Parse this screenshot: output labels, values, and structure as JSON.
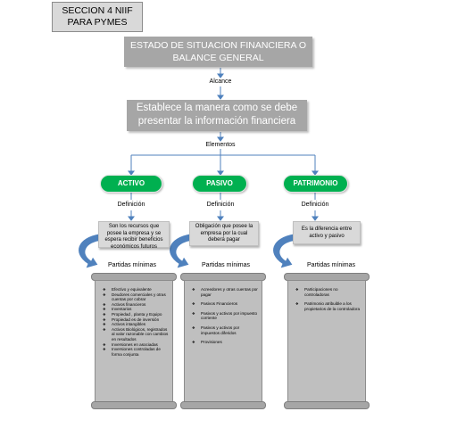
{
  "section": {
    "line1": "SECCION 4 NIIF",
    "line2": "PARA PYMES"
  },
  "main_title": "ESTADO DE SITUACION FINANCIERA O BALANCE GENERAL",
  "alcance_label": "Alcance",
  "purpose": "Establece la manera como se debe presentar la información financiera",
  "elementos_label": "Elementos",
  "elements": [
    {
      "name": "ACTIVO",
      "definicion_label": "Definición",
      "definition": "Son los recursos que posee la empresa y se espera recibir beneficios económicos futuros",
      "partidas_label": "Partidas mínimas",
      "items": [
        "Efectivo y equivalente",
        "Deudores comerciales y otras cuentas por cobrar",
        "Activos financieros",
        "Inventarios",
        "Propiedad , planta y Equipo",
        "Propiedad es de inversión",
        "Activos intangibles",
        "Activos Biológicos, registrados al valor razonable con cambios en resultados",
        "Inversiones en asociadas",
        "Inversiones controladas de forma conjunta"
      ]
    },
    {
      "name": "PASIVO",
      "definicion_label": "Definición",
      "definition": "Obligación que posee la empresa por la cual deberá pagar",
      "partidas_label": "Partidas mínimas",
      "items": [
        "Acreedores y otras cuentas por pagar",
        "Pasivos Financieros",
        "Pasivos y activos por impuesto corriente",
        "Pasivos y activos por impuestos diferidos",
        "Provisiones"
      ]
    },
    {
      "name": "PATRIMONIO",
      "definicion_label": "Definición",
      "definition": "Es la diferencia entre activo y pasivo",
      "partidas_label": "Partidas mínimas",
      "items": [
        "Participaciones no controladoras",
        "Patrimonio atribuible a los propietarios de la controladora"
      ]
    }
  ],
  "colors": {
    "oval": "#00b050",
    "bar": "#a6a6a6",
    "arrow": "#4f81bd"
  }
}
